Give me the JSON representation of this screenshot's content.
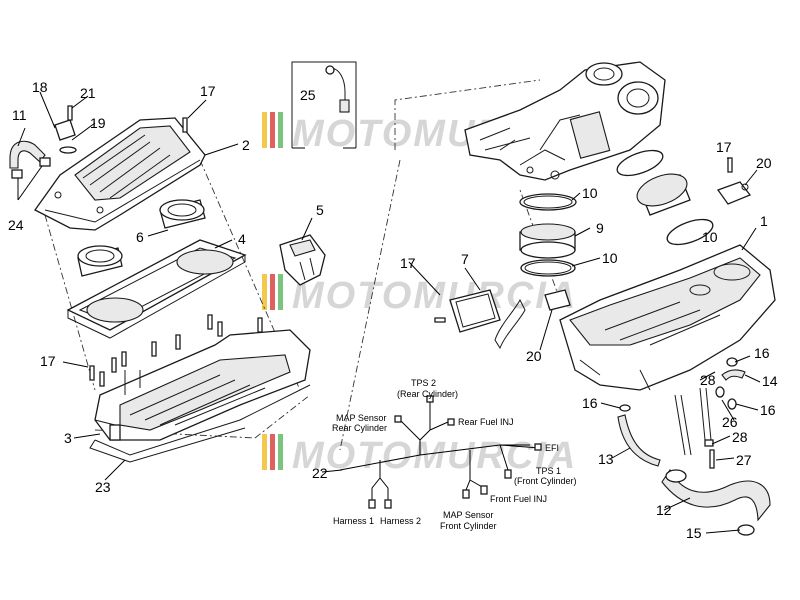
{
  "watermark": {
    "text": "MOTOMURCIA",
    "colors": [
      "#f2c94c",
      "#e06060",
      "#7bc47f"
    ]
  },
  "callouts": {
    "c1": "1",
    "c2": "2",
    "c3": "3",
    "c4": "4",
    "c5": "5",
    "c6": "6",
    "c7": "7",
    "c9": "9",
    "c10a": "10",
    "c10b": "10",
    "c10c": "10",
    "c11": "11",
    "c12": "12",
    "c13": "13",
    "c14": "14",
    "c15": "15",
    "c16a": "16",
    "c16b": "16",
    "c16c": "16",
    "c17a": "17",
    "c17b": "17",
    "c17c": "17",
    "c17d": "17",
    "c18": "18",
    "c19": "19",
    "c20a": "20",
    "c20b": "20",
    "c21": "21",
    "c22": "22",
    "c23": "23",
    "c24": "24",
    "c25": "25",
    "c26": "26",
    "c27": "27",
    "c28a": "28",
    "c28b": "28"
  },
  "wiring": {
    "tps2": "TPS 2",
    "tps2_sub": "(Rear Cylinder)",
    "map_rear": "MAP Sensor",
    "map_rear_sub": "Rear Cylinder",
    "rear_inj": "Rear Fuel INJ",
    "efi": "EFI",
    "tps1": "TPS 1",
    "tps1_sub": "(Front Cylinder)",
    "front_inj": "Front Fuel INJ",
    "harness1": "Harness 1",
    "harness2": "Harness 2",
    "map_front": "MAP Sensor",
    "map_front_sub": "Front Cylinder"
  }
}
